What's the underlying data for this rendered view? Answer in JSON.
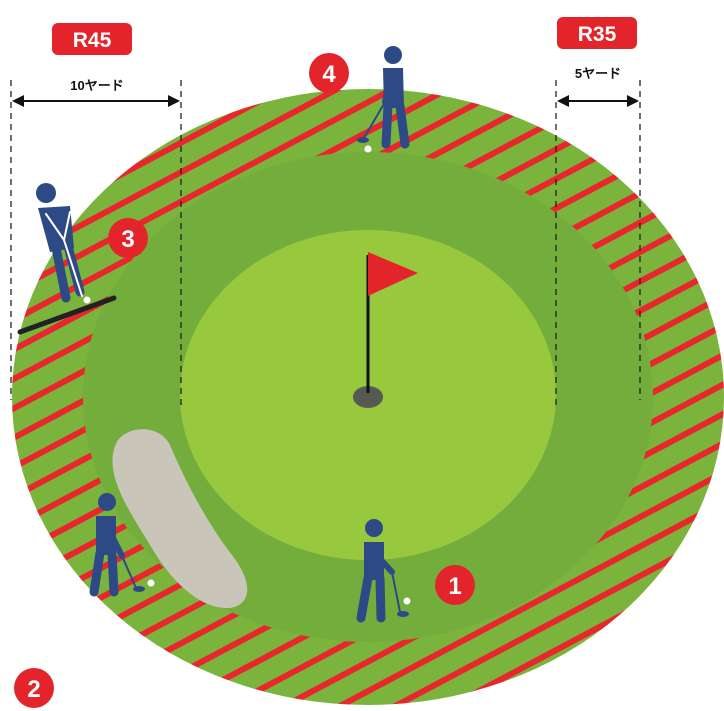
{
  "labels": {
    "left_tag": "R45",
    "right_tag": "R35",
    "left_distance": "10ヤード",
    "right_distance": "5ヤード"
  },
  "markers": [
    "1",
    "2",
    "3",
    "4"
  ],
  "colors": {
    "outer_rough": "#7bb43d",
    "hatch": "#e8262d",
    "fairway": "#73ad3b",
    "green": "#97c83e",
    "bunker": "#c9c5b9",
    "player": "#2e4a86",
    "tag_red": "#e3242b",
    "flag": "#e3242b"
  },
  "icons": [
    "flag-icon",
    "golfer-icon",
    "golf-ball-icon",
    "cup-hole-icon"
  ]
}
